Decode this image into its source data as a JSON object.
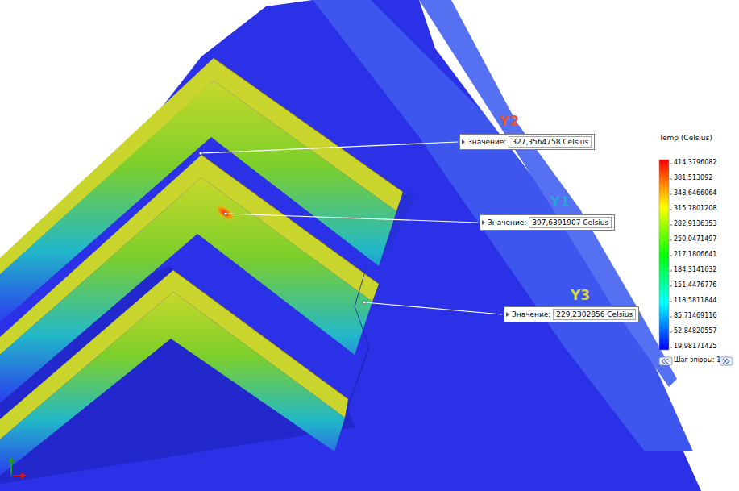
{
  "diagram": {
    "nodes": [
      {
        "text": [
          "Значение:",
          "327,3564758 Celsius"
        ]
      },
      {
        "text": [
          "Значение:",
          "397,6391907 Celsius"
        ]
      },
      {
        "text": [
          "Значение:",
          "229,2302856 Celsius"
        ]
      }
    ],
    "labels": [
      "Y2",
      "Y1",
      "Y3",
      "Temp (Celsius)",
      "414,3796082",
      "381,513092",
      "348,6466064",
      "315,7801208",
      "282,9136353",
      "250,0471497",
      "217,1806641",
      "184,3141632",
      "151,4476776",
      "118,5811844",
      "85,71469116",
      "52,84820557",
      "19,98171425",
      "Шаг эпюры: 1"
    ]
  }
}
